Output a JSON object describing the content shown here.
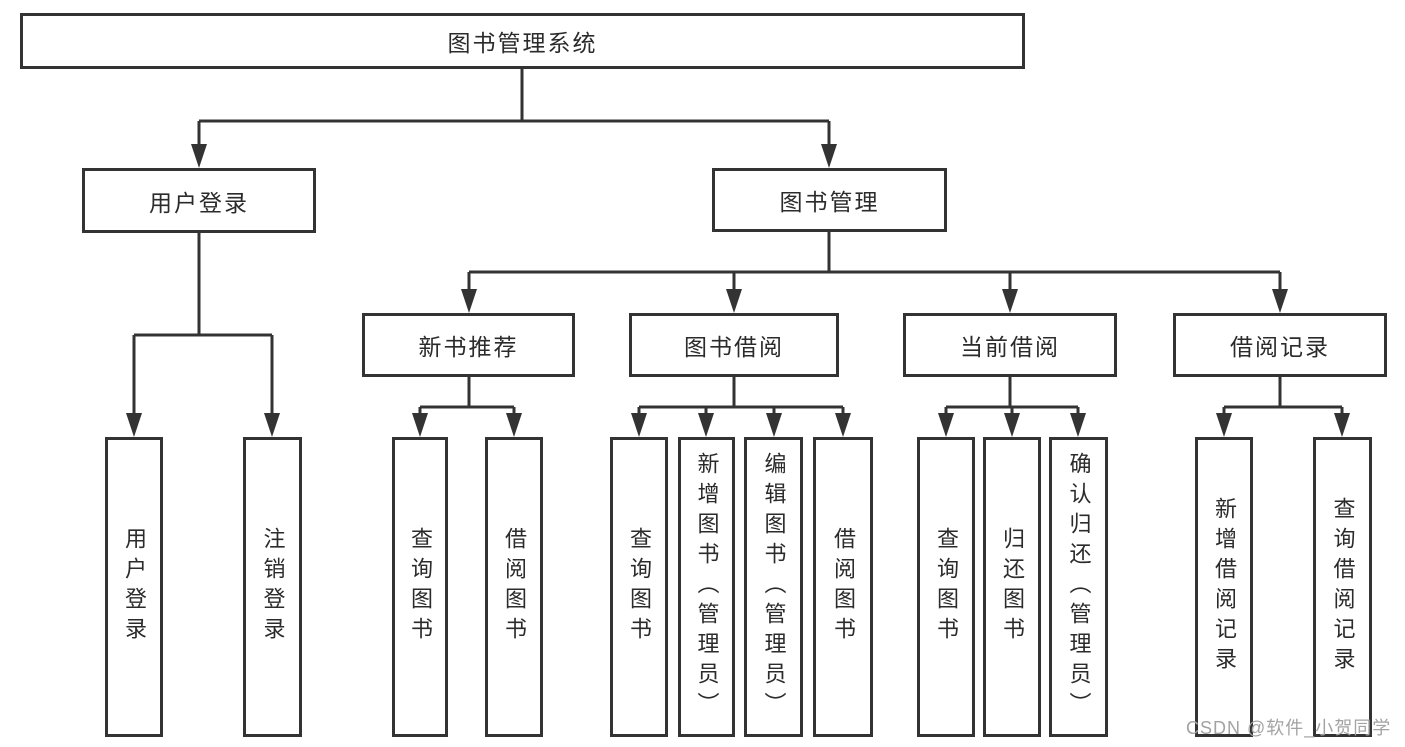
{
  "diagram_title": "图书管理系统",
  "colors": {
    "line": "#333333",
    "text": "#2b2b2b",
    "watermark": "#a3a3a3",
    "background": "#ffffff"
  },
  "tree": {
    "root": "图书管理系统",
    "branches": [
      {
        "label": "用户登录",
        "children": [
          "用户登录",
          "注销登录"
        ]
      },
      {
        "label": "图书管理",
        "children": [
          {
            "label": "新书推荐",
            "children": [
              "查询图书",
              "借阅图书"
            ]
          },
          {
            "label": "图书借阅",
            "children": [
              "查询图书",
              "新增图书（管理员）",
              "编辑图书（管理员）",
              "借阅图书"
            ]
          },
          {
            "label": "当前借阅",
            "children": [
              "查询图书",
              "归还图书",
              "确认归还（管理员）"
            ]
          },
          {
            "label": "借阅记录",
            "children": [
              "新增借阅记录",
              "查询借阅记录"
            ]
          }
        ]
      }
    ]
  },
  "watermark": {
    "text": "CSDN @软件_小贺同学"
  }
}
